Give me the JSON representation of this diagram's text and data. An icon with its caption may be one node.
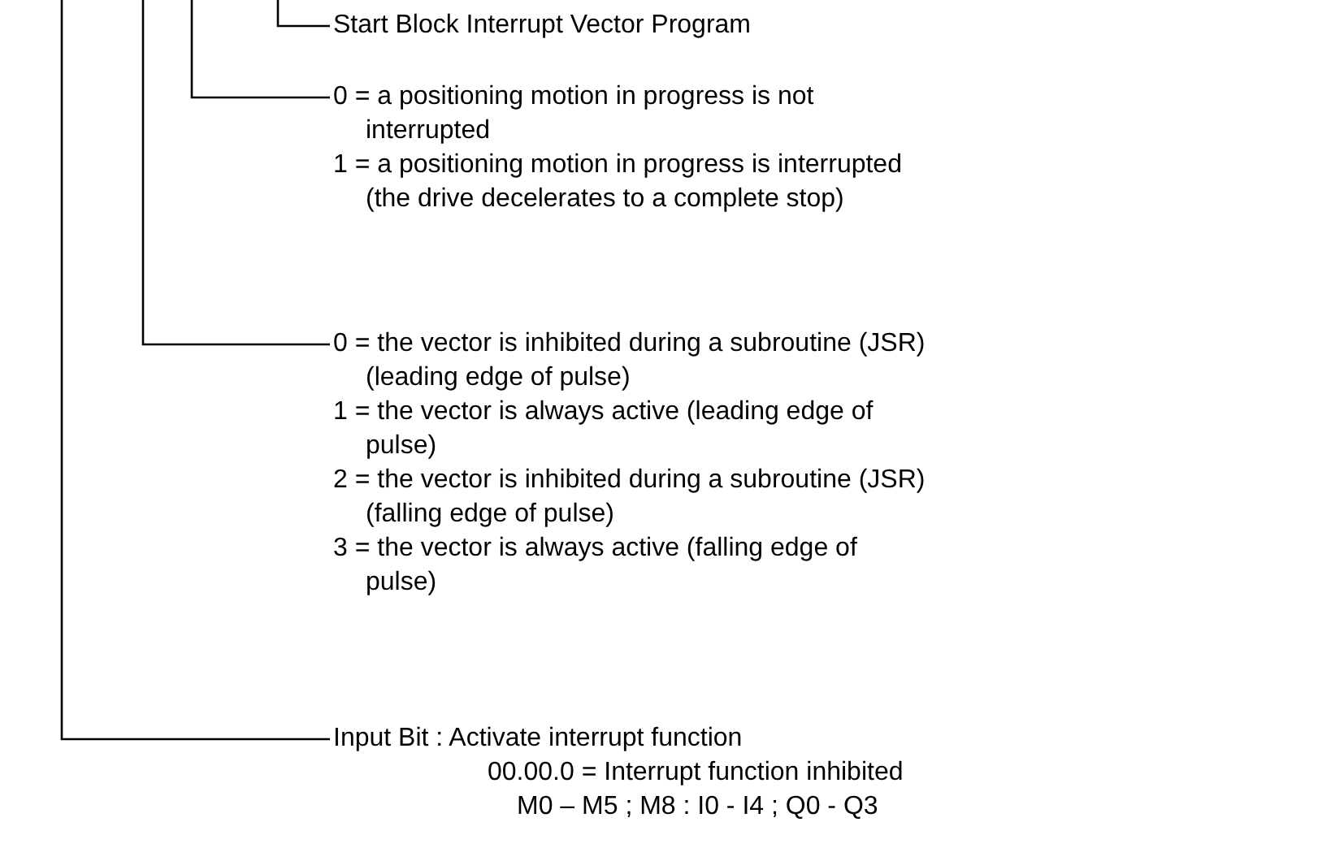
{
  "diagram": {
    "nodes": [
      {
        "text": [
          "Start Block Interrupt Vector Program"
        ]
      },
      {
        "text": [
          "0 = a positioning motion in progress is not interrupted",
          "1 = a positioning motion in progress is interrupted (the drive decelerates to a complete stop)"
        ]
      },
      {
        "text": [
          "0 = the vector is inhibited during a subroutine (JSR) (leading edge of pulse)",
          "1 = the vector is always active (leading edge of pulse)",
          "2 = the vector is inhibited during a subroutine (JSR) (falling edge of pulse)",
          "3 = the vector is always active (falling edge of pulse)"
        ]
      },
      {
        "text": [
          "Input Bit : Activate interrupt function",
          "00.00.0 = Interrupt function inhibited",
          "M0 – M5 ; M8 : I0 - I4 ; Q0 - Q3"
        ]
      }
    ],
    "edges": [
      {
        "from": null,
        "to": 0,
        "arrow": "none"
      },
      {
        "from": null,
        "to": 1,
        "arrow": "none"
      },
      {
        "from": null,
        "to": 2,
        "arrow": "none"
      },
      {
        "from": null,
        "to": 3,
        "arrow": "none"
      }
    ]
  }
}
